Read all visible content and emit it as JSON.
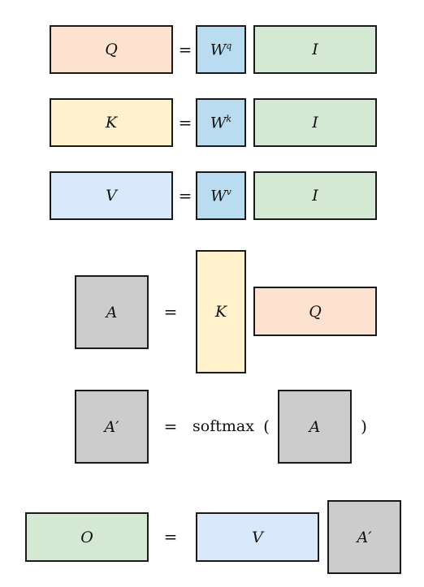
{
  "equations": {
    "q": {
      "lhs": "Q",
      "eq": "=",
      "w": "W",
      "w_sup": "q",
      "input": "I"
    },
    "k": {
      "lhs": "K",
      "eq": "=",
      "w": "W",
      "w_sup": "k",
      "input": "I"
    },
    "v": {
      "lhs": "V",
      "eq": "=",
      "w": "W",
      "w_sup": "v",
      "input": "I"
    },
    "a": {
      "lhs": "A",
      "eq": "=",
      "m1": "K",
      "m2": "Q"
    },
    "ap": {
      "lhs": "A′",
      "eq": "=",
      "fn": "softmax",
      "open": "(",
      "arg": "A",
      "close": ")"
    },
    "o": {
      "lhs": "O",
      "eq": "=",
      "m1": "V",
      "m2": "A′"
    }
  },
  "colors": {
    "orange": "#fde2cf",
    "yellow": "#fff2cc",
    "blue": "#dae8fc",
    "light_blue": "#b9dcf0",
    "green": "#d5e8d4",
    "gray": "#cccccc"
  }
}
